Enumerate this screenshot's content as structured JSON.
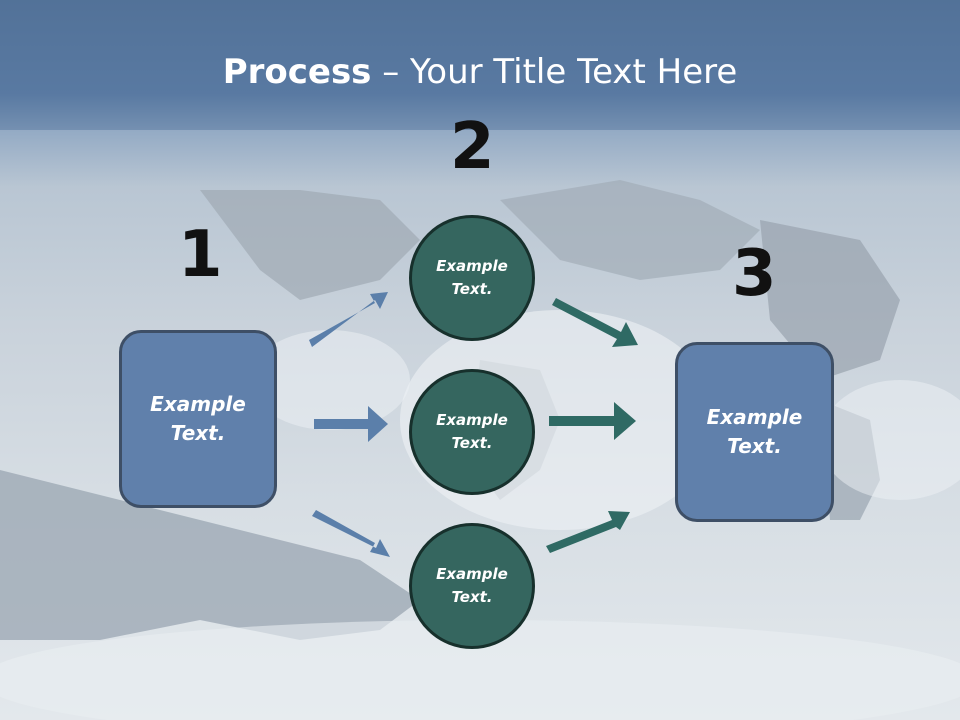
{
  "title": {
    "bold": "Process",
    "rest": " – Your Title Text Here"
  },
  "steps": {
    "one": {
      "number": "1",
      "text": [
        "Example",
        "Text."
      ]
    },
    "two": {
      "number": "2"
    },
    "three": {
      "number": "3",
      "text": [
        "Example",
        "Text."
      ]
    }
  },
  "circles": [
    {
      "text": [
        "Example",
        "Text."
      ]
    },
    {
      "text": [
        "Example",
        "Text."
      ]
    },
    {
      "text": [
        "Example",
        "Text."
      ]
    }
  ],
  "colors": {
    "box": "#6080ab",
    "circle": "#35665f",
    "arrow_left": "#5b7faa",
    "arrow_right": "#2f6a64"
  }
}
